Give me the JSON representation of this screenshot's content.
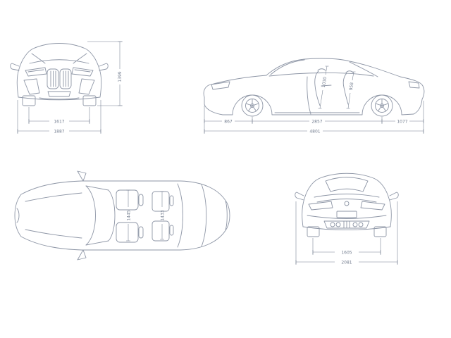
{
  "style": {
    "line_color": "#8e96a6",
    "dim_color": "#737d8f",
    "background": "#ffffff"
  },
  "front_view": {
    "track_width": "1617",
    "overall_width": "1887",
    "overall_height": "1399"
  },
  "side_view": {
    "front_overhang": "867",
    "wheelbase": "2857",
    "rear_overhang": "1077",
    "overall_length": "4801",
    "interior_height_front": "1030",
    "interior_height_rear": "958"
  },
  "top_view": {
    "interior_width_front": "1445",
    "interior_width_rear": "1433"
  },
  "rear_view": {
    "track_width": "1605",
    "overall_width_incl_mirrors": "2081"
  }
}
